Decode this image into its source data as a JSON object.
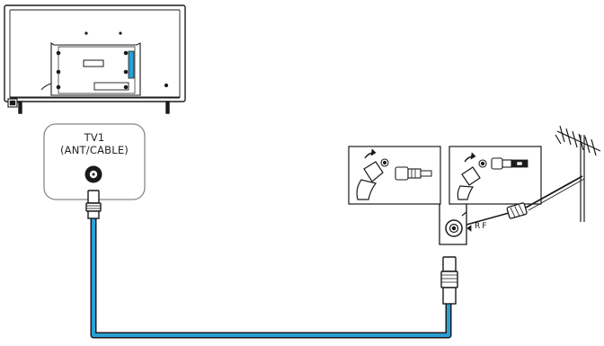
{
  "tv_input": {
    "name": "TV1",
    "type": "(ANT/CABLE)"
  },
  "wall_outlet": {
    "label": "RF"
  },
  "colors": {
    "cable": "#2a9fd6",
    "outline": "#1a1a1a",
    "panel_stroke": "#888888"
  },
  "icons": {
    "tv_rear": "tv-rear-icon",
    "coax_jack": "coax-jack-icon",
    "antenna": "antenna-icon"
  }
}
